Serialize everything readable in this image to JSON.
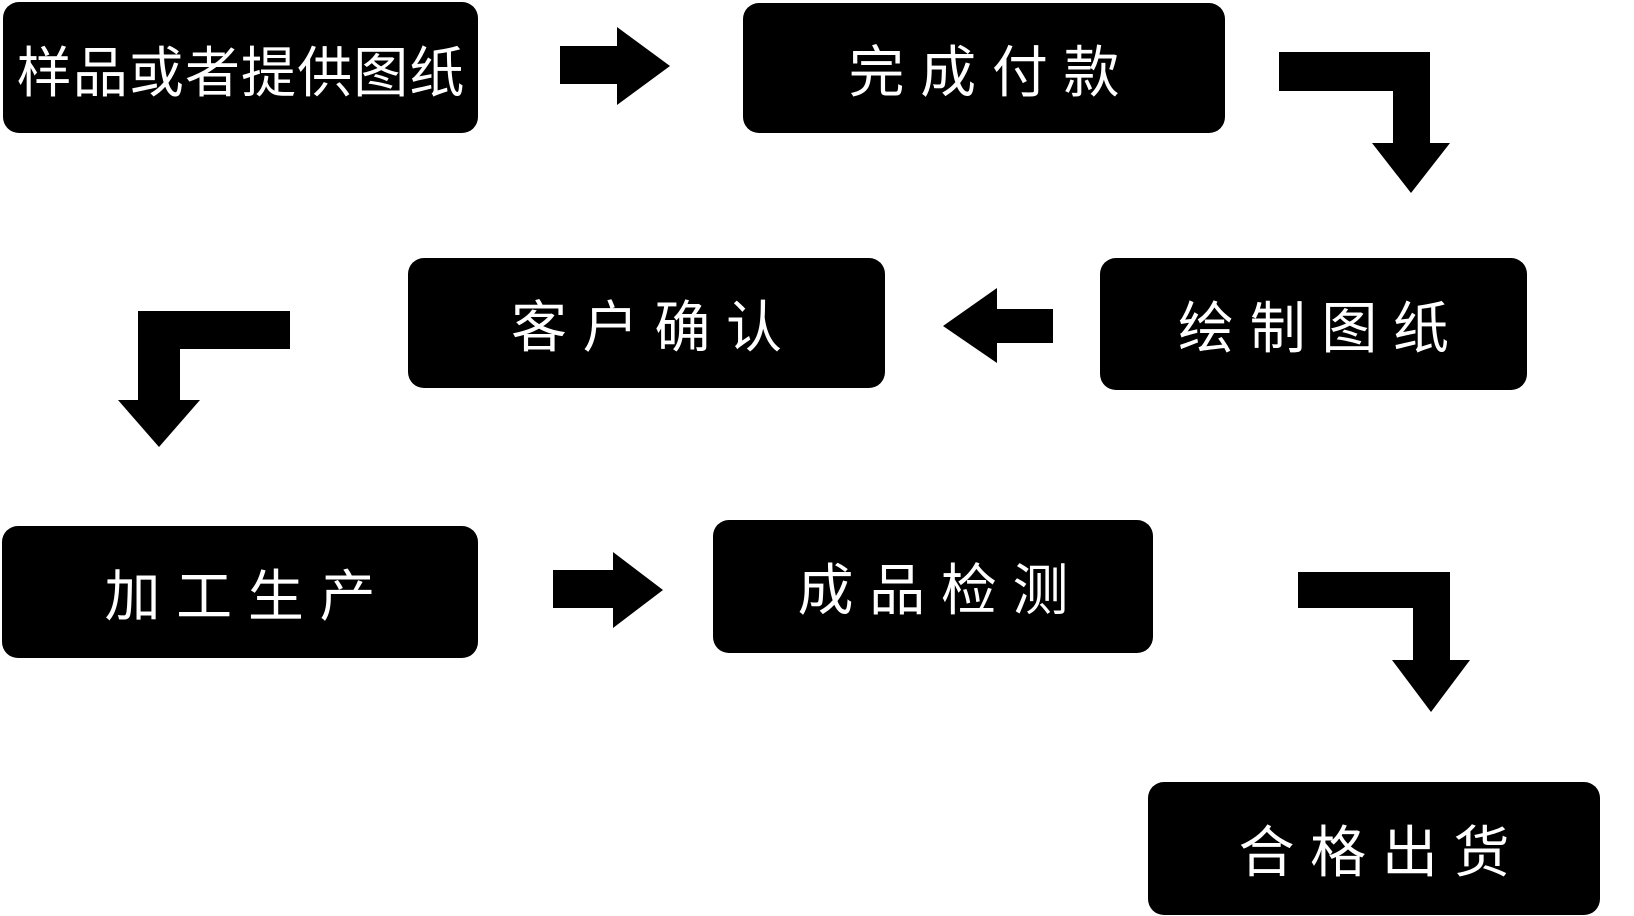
{
  "diagram": {
    "title": "production-process-flowchart",
    "background_color": "#ffffff",
    "node_fill_color": "#000000",
    "node_text_color": "#ffffff",
    "arrow_color": "#000000",
    "nodes": [
      {
        "id": "sample",
        "label": "样品或者提供图纸"
      },
      {
        "id": "payment",
        "label": "完成付款"
      },
      {
        "id": "draw",
        "label": "绘制图纸"
      },
      {
        "id": "confirm",
        "label": "客户确认"
      },
      {
        "id": "produce",
        "label": "加工生产"
      },
      {
        "id": "inspect",
        "label": "成品检测"
      },
      {
        "id": "ship",
        "label": "合格出货"
      }
    ],
    "edges": [
      {
        "from": "sample",
        "to": "payment",
        "shape": "straight-right"
      },
      {
        "from": "payment",
        "to": "draw",
        "shape": "elbow-right-down"
      },
      {
        "from": "draw",
        "to": "confirm",
        "shape": "straight-left"
      },
      {
        "from": "confirm",
        "to": "produce",
        "shape": "elbow-left-down"
      },
      {
        "from": "produce",
        "to": "inspect",
        "shape": "straight-right"
      },
      {
        "from": "inspect",
        "to": "ship",
        "shape": "elbow-right-down"
      }
    ]
  }
}
